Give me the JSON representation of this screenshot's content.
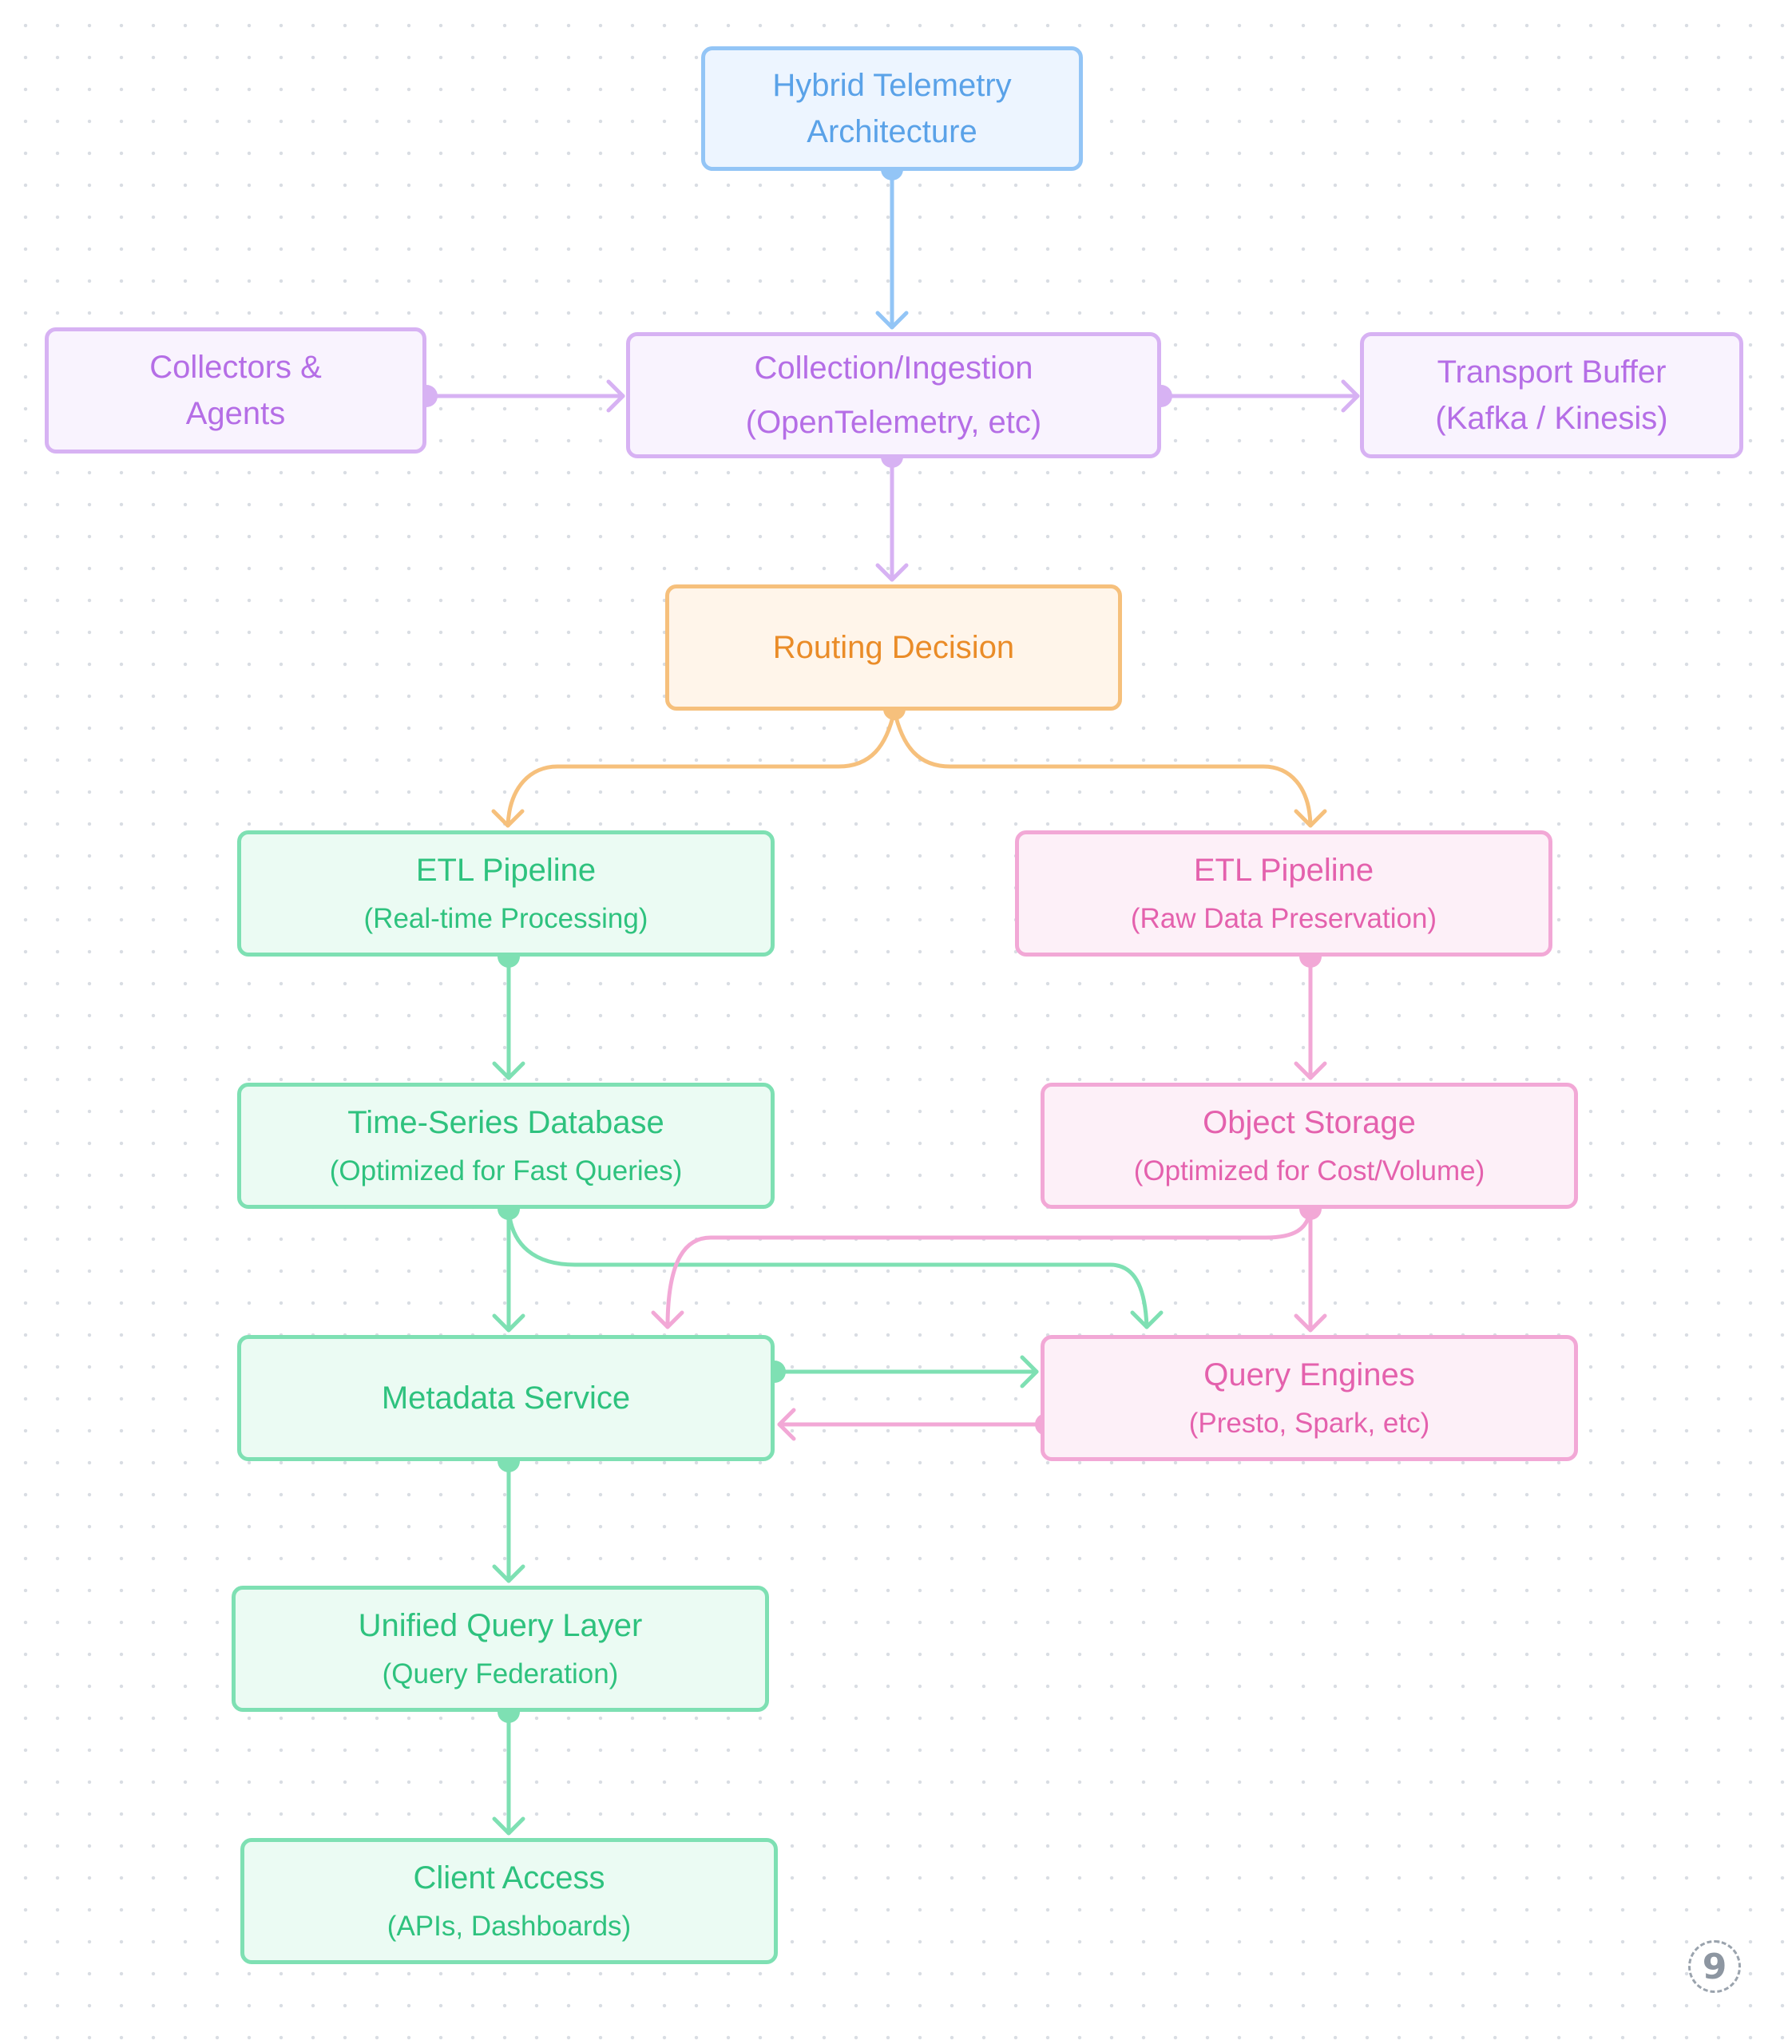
{
  "nodes": {
    "hybrid": {
      "title": "Hybrid Telemetry",
      "subtitle": "Architecture"
    },
    "collectors": {
      "title": "Collectors &",
      "subtitle": "Agents"
    },
    "ingestion": {
      "title": "Collection/Ingestion",
      "subtitle": "(OpenTelemetry, etc)"
    },
    "transport": {
      "title": "Transport Buffer",
      "subtitle": "(Kafka / Kinesis)"
    },
    "routing": {
      "title": "Routing Decision"
    },
    "etl_realtime": {
      "title": "ETL Pipeline",
      "subtitle": "(Real-time Processing)"
    },
    "etl_raw": {
      "title": "ETL Pipeline",
      "subtitle": "(Raw Data Preservation)"
    },
    "tsdb": {
      "title": "Time-Series Database",
      "subtitle": "(Optimized for Fast Queries)"
    },
    "object_storage": {
      "title": "Object Storage",
      "subtitle": "(Optimized for Cost/Volume)"
    },
    "metadata": {
      "title": "Metadata Service"
    },
    "query_engines": {
      "title": "Query Engines",
      "subtitle": "(Presto, Spark, etc)"
    },
    "unified": {
      "title": "Unified Query Layer",
      "subtitle": "(Query Federation)"
    },
    "client": {
      "title": "Client Access",
      "subtitle": "(APIs, Dashboards)"
    }
  },
  "edges": [
    {
      "from": "hybrid",
      "to": "ingestion",
      "color": "blue"
    },
    {
      "from": "collectors",
      "to": "ingestion",
      "color": "purple"
    },
    {
      "from": "ingestion",
      "to": "transport",
      "color": "purple"
    },
    {
      "from": "ingestion",
      "to": "routing",
      "color": "purple"
    },
    {
      "from": "routing",
      "to": "etl_realtime",
      "color": "orange"
    },
    {
      "from": "routing",
      "to": "etl_raw",
      "color": "orange"
    },
    {
      "from": "etl_realtime",
      "to": "tsdb",
      "color": "green"
    },
    {
      "from": "etl_raw",
      "to": "object_storage",
      "color": "pink"
    },
    {
      "from": "tsdb",
      "to": "metadata",
      "color": "green"
    },
    {
      "from": "tsdb",
      "to": "query_engines",
      "color": "green"
    },
    {
      "from": "object_storage",
      "to": "metadata",
      "color": "pink"
    },
    {
      "from": "object_storage",
      "to": "query_engines",
      "color": "pink"
    },
    {
      "from": "metadata",
      "to": "query_engines",
      "color": "green"
    },
    {
      "from": "query_engines",
      "to": "metadata",
      "color": "pink"
    },
    {
      "from": "metadata",
      "to": "unified",
      "color": "green"
    },
    {
      "from": "unified",
      "to": "client",
      "color": "green"
    }
  ],
  "palette": {
    "blue": "#93c5f6",
    "purple": "#d7b2f3",
    "orange": "#f6c07c",
    "green": "#7ee0b3",
    "pink": "#f2a8d6"
  },
  "badge": {
    "label": "9",
    "icon": "page-number-badge"
  }
}
